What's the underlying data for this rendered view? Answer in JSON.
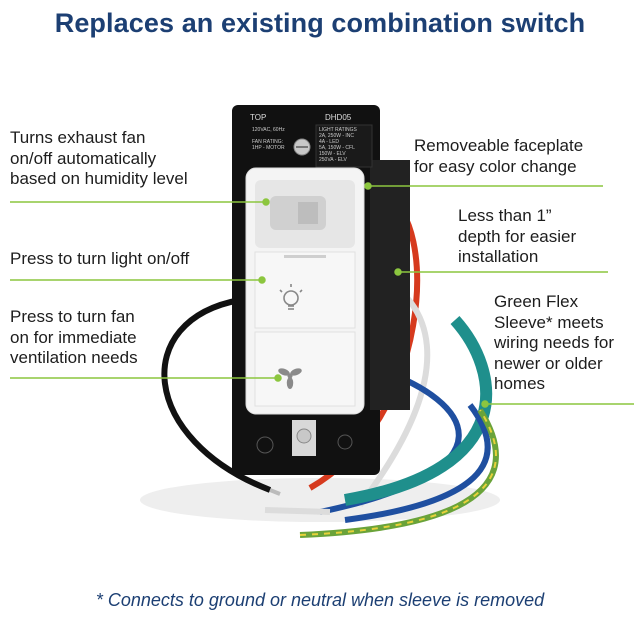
{
  "title": "Replaces an existing combination switch",
  "callouts": {
    "humidity": [
      "Turns exhaust fan",
      "on/off automatically",
      "based on humidity level"
    ],
    "light": [
      "Press to turn light on/off"
    ],
    "fan": [
      "Press to turn fan",
      "on for immediate",
      "ventilation needs"
    ],
    "faceplate": [
      "Removeable faceplate",
      "for easy color change"
    ],
    "depth": [
      "Less than 1”",
      "depth for easier",
      "installation"
    ],
    "sleeve": [
      "Green Flex",
      "Sleeve* meets",
      "wiring needs for",
      "newer or older",
      "homes"
    ]
  },
  "device": {
    "top_mark": "TOP",
    "model": "DHD05",
    "ratings_text": [
      "LIGHT RATINGS",
      "2A, 250W - INC",
      "4A - LED",
      "5A, 150W - CFL",
      "150W - ELV",
      "250VA - ELV"
    ],
    "voltage_text": [
      "120VAC, 60Hz",
      "FAN RATING:",
      "1HP - MOTOR"
    ]
  },
  "footnote": "* Connects to ground or neutral when sleeve is removed",
  "colors": {
    "title": "#1c3f73",
    "callout_line": "#8cc63f",
    "wire_red": "#d63a1e",
    "wire_blue": "#1f4fa0",
    "wire_teal": "#1f8f8c",
    "wire_green_yellow": "#6aa33a"
  }
}
